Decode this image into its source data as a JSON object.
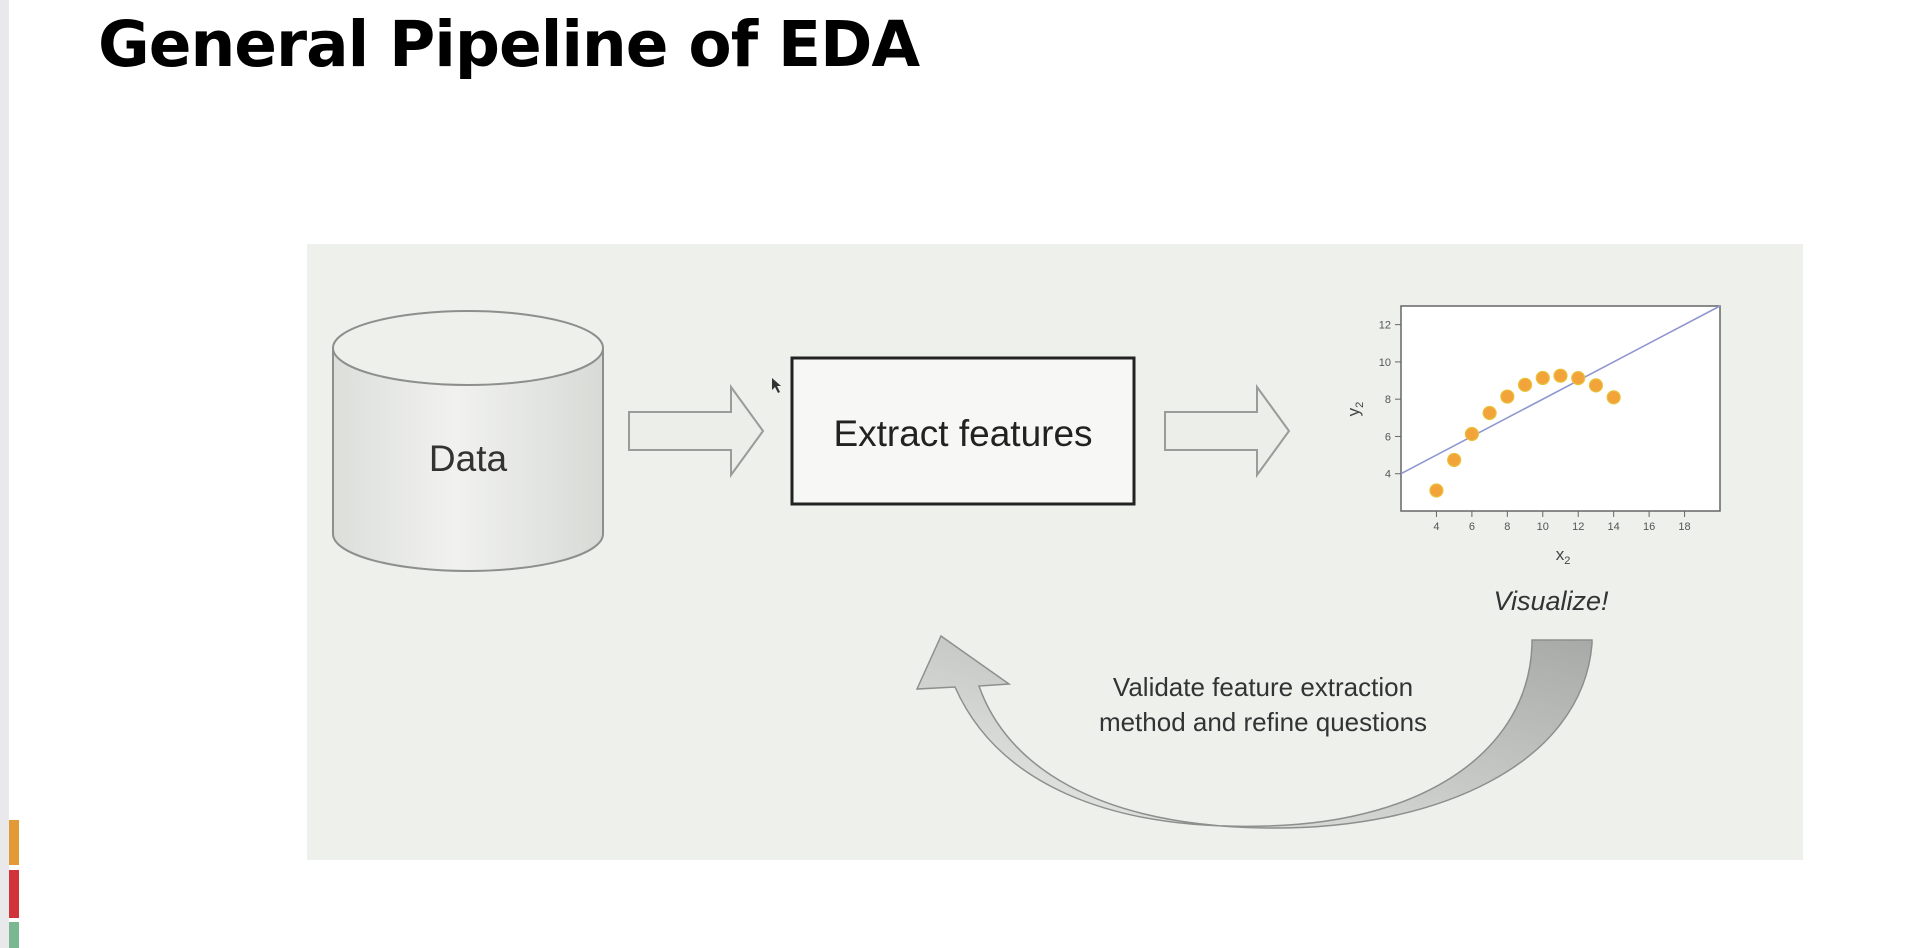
{
  "title": "General Pipeline of EDA",
  "colors": {
    "accent_bars": [
      "#e29a36",
      "#d13438",
      "#7ab891"
    ],
    "figure_bg": "#eef0ec",
    "point_fill": "#f2a33a",
    "regression_line": "#8f96d0",
    "return_arrow": "#bfc1bf"
  },
  "diagram": {
    "data_store_label": "Data",
    "extract_label": "Extract features",
    "visualize_label": "Visualize!",
    "feedback_line1": "Validate feature extraction",
    "feedback_line2": "method and refine questions"
  },
  "chart_data": {
    "type": "scatter",
    "xlabel": "x",
    "xlabel_sub": "2",
    "ylabel": "y",
    "ylabel_sub": "2",
    "xlim": [
      2,
      20
    ],
    "ylim": [
      2,
      13
    ],
    "xticks": [
      4,
      6,
      8,
      10,
      12,
      14,
      16,
      18
    ],
    "yticks": [
      4,
      6,
      8,
      10,
      12
    ],
    "x": [
      4,
      5,
      6,
      7,
      8,
      9,
      10,
      11,
      12,
      13,
      14
    ],
    "y": [
      3.1,
      4.74,
      6.13,
      7.26,
      8.14,
      8.77,
      9.14,
      9.26,
      9.13,
      8.74,
      8.1
    ],
    "fit_line": {
      "intercept": 3.0,
      "slope": 0.5
    }
  }
}
